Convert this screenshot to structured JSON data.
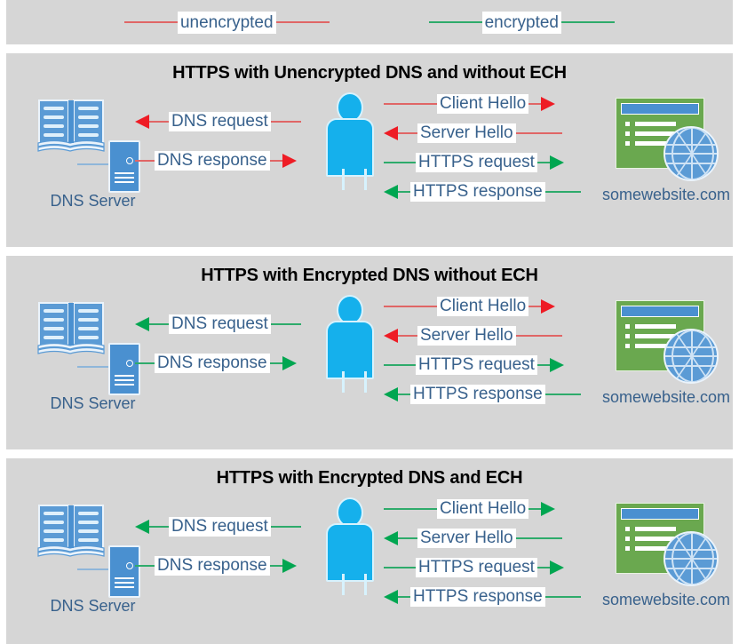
{
  "legend": {
    "items": [
      {
        "label": "unencrypted",
        "color": "#e06666",
        "icon": "line-swatch-icon"
      },
      {
        "label": "encrypted",
        "color": "#2eab6b",
        "icon": "line-swatch-icon"
      }
    ]
  },
  "colors": {
    "unencrypted": "#e06666",
    "encrypted": "#2eab6b",
    "unencrypted_arrow": "#ee1c25",
    "encrypted_arrow": "#00a651",
    "panel_background": "#d6d6d6",
    "page_background": "#ffffff",
    "text_blue": "#38618c",
    "title_black": "#000000",
    "person_blue": "#15b0ec",
    "server_blue": "#4a90d0",
    "website_green": "#6aa84f",
    "globe_blue": "#5b9bd5"
  },
  "nodes": {
    "dns_server": {
      "label": "DNS Server",
      "icon": "dns-server-icon"
    },
    "user": {
      "icon": "person-icon"
    },
    "website": {
      "label": "somewebsite.com",
      "icon": "website-window-icon"
    }
  },
  "panels": [
    {
      "id": "panel1",
      "title": "HTTPS with Unencrypted DNS and without ECH",
      "left_flows": [
        {
          "label": "DNS request",
          "direction": "left",
          "encrypted": false
        },
        {
          "label": "DNS response",
          "direction": "right",
          "encrypted": false
        }
      ],
      "right_flows": [
        {
          "label": "Client Hello",
          "direction": "right",
          "encrypted": false
        },
        {
          "label": "Server Hello",
          "direction": "left",
          "encrypted": false
        },
        {
          "label": "HTTPS request",
          "direction": "right",
          "encrypted": true
        },
        {
          "label": "HTTPS response",
          "direction": "left",
          "encrypted": true
        }
      ]
    },
    {
      "id": "panel2",
      "title": "HTTPS with Encrypted DNS without ECH",
      "left_flows": [
        {
          "label": "DNS request",
          "direction": "left",
          "encrypted": true
        },
        {
          "label": "DNS response",
          "direction": "right",
          "encrypted": true
        }
      ],
      "right_flows": [
        {
          "label": "Client Hello",
          "direction": "right",
          "encrypted": false
        },
        {
          "label": "Server Hello",
          "direction": "left",
          "encrypted": false
        },
        {
          "label": "HTTPS request",
          "direction": "right",
          "encrypted": true
        },
        {
          "label": "HTTPS response",
          "direction": "left",
          "encrypted": true
        }
      ]
    },
    {
      "id": "panel3",
      "title": "HTTPS with Encrypted DNS and ECH",
      "left_flows": [
        {
          "label": "DNS request",
          "direction": "left",
          "encrypted": true
        },
        {
          "label": "DNS response",
          "direction": "right",
          "encrypted": true
        }
      ],
      "right_flows": [
        {
          "label": "Client Hello",
          "direction": "right",
          "encrypted": true
        },
        {
          "label": "Server Hello",
          "direction": "left",
          "encrypted": true
        },
        {
          "label": "HTTPS request",
          "direction": "right",
          "encrypted": true
        },
        {
          "label": "HTTPS response",
          "direction": "left",
          "encrypted": true
        }
      ]
    }
  ]
}
